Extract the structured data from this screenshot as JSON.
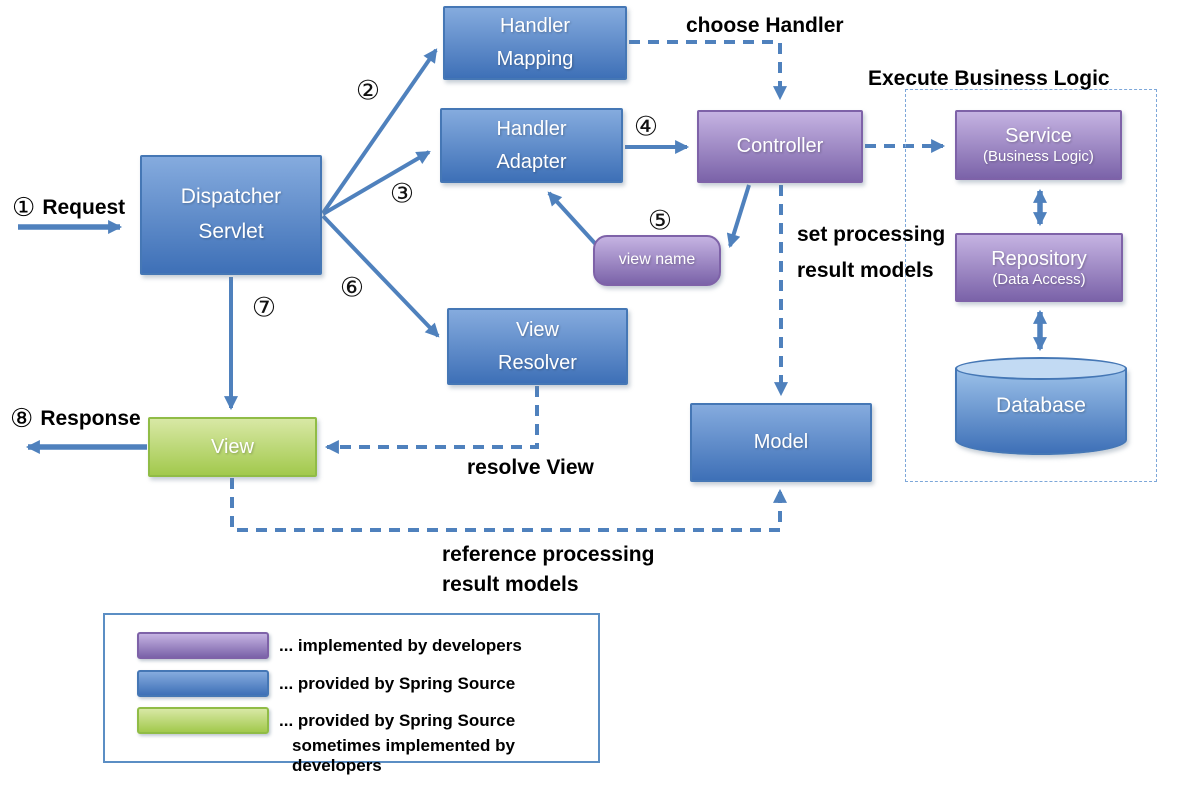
{
  "colors": {
    "blue_top": "#85ABDE",
    "blue_bottom": "#3E70B7",
    "blue_border": "#4577B5",
    "purple_top": "#C5B3E2",
    "purple_bottom": "#7B63A9",
    "purple_border": "#7E62A8",
    "green_top": "#D8E8A5",
    "green_bottom": "#A2C94D",
    "green_border": "#90BC46",
    "line_blue": "#4F81BD",
    "exec_border": "#7DA7D9",
    "db_top": "#C2DAF3",
    "db_body_top": "#9DC2EA",
    "db_body_bottom": "#3E70B7",
    "legend_border": "#5B8EC4",
    "label_text": "#000000"
  },
  "nodes": {
    "dispatcher_servlet": {
      "label": "Dispatcher\nServlet"
    },
    "handler_mapping": {
      "label": "Handler\nMapping"
    },
    "handler_adapter": {
      "label": "Handler\nAdapter"
    },
    "controller": {
      "label": "Controller"
    },
    "view_name": {
      "label": "view name"
    },
    "view_resolver": {
      "label": "View\nResolver"
    },
    "view": {
      "label": "View"
    },
    "model": {
      "label": "Model"
    },
    "service": {
      "label": "Service",
      "sublabel": "(Business Logic)"
    },
    "repository": {
      "label": "Repository",
      "sublabel": "(Data Access)"
    },
    "database": {
      "label": "Database"
    }
  },
  "steps": {
    "s1": "①",
    "s2": "②",
    "s3": "③",
    "s4": "④",
    "s5": "⑤",
    "s6": "⑥",
    "s7": "⑦",
    "s8": "⑧"
  },
  "labels": {
    "request": "Request",
    "response": "Response",
    "choose_handler": "choose Handler",
    "execute_business_logic": "Execute Business Logic",
    "set_processing_result_models": "set processing\nresult models",
    "resolve_view": "resolve View",
    "reference_processing_result_models": "reference processing\nresult models"
  },
  "legend": {
    "items": [
      {
        "color_key": "purple",
        "text": "... implemented by developers"
      },
      {
        "color_key": "blue",
        "text": "... provided by Spring Source"
      },
      {
        "color_key": "green",
        "text": "... provided by Spring Source",
        "text2": "sometimes implemented by developers"
      }
    ]
  }
}
